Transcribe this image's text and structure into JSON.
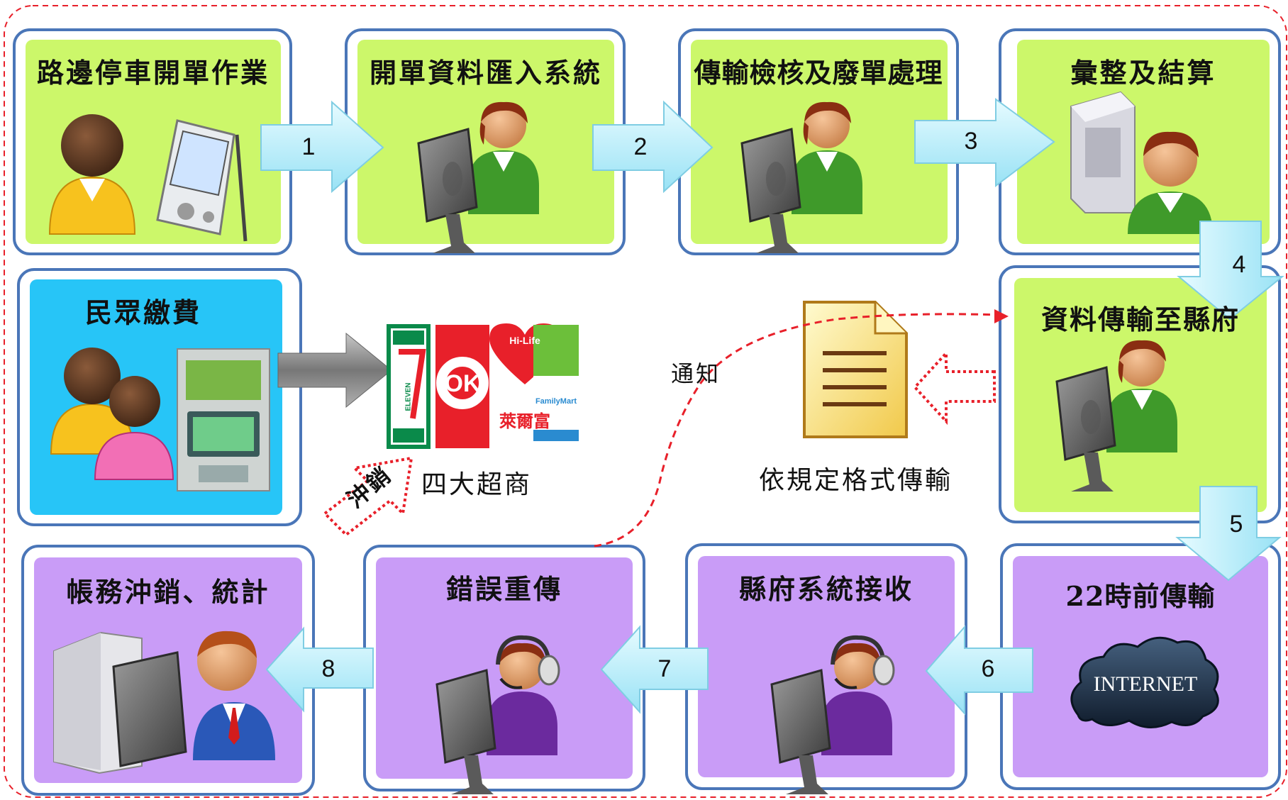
{
  "steps": [
    {
      "id": "s1",
      "title": "路邊停車開單作業"
    },
    {
      "id": "s2",
      "title": "開單資料匯入系統"
    },
    {
      "id": "s3",
      "title": "傳輸檢核及廢單處理"
    },
    {
      "id": "s4",
      "title": "彙整及結算"
    },
    {
      "id": "s5",
      "title": "資料傳輸至縣府"
    },
    {
      "id": "s6",
      "title": "22時前傳輸"
    },
    {
      "id": "s7",
      "title": "縣府系統接收"
    },
    {
      "id": "s8",
      "title": "錯誤重傳"
    },
    {
      "id": "s9",
      "title": "帳務沖銷、統計"
    },
    {
      "id": "pay",
      "title": "民眾繳費"
    }
  ],
  "arrows": [
    "1",
    "2",
    "3",
    "4",
    "5",
    "6",
    "7",
    "8"
  ],
  "labels": {
    "stores": "四大超商",
    "format": "依規定格式傳輸",
    "notify": "通知",
    "writeoff": "沖銷",
    "internet": "INTERNET"
  },
  "store_logos": {
    "seven_eleven": "ELEVEN",
    "ok": "OK",
    "hilife": "Hi-Life",
    "hilife_cn": "萊爾富",
    "familymart": "FamilyMart"
  },
  "colors": {
    "green_box": "#ccf76a",
    "purple_box": "#c99cf7",
    "blue_box": "#27c5f7",
    "frame": "#4a76b8",
    "arrow": "#bdeef9",
    "dashed_red": "#e8202a"
  }
}
